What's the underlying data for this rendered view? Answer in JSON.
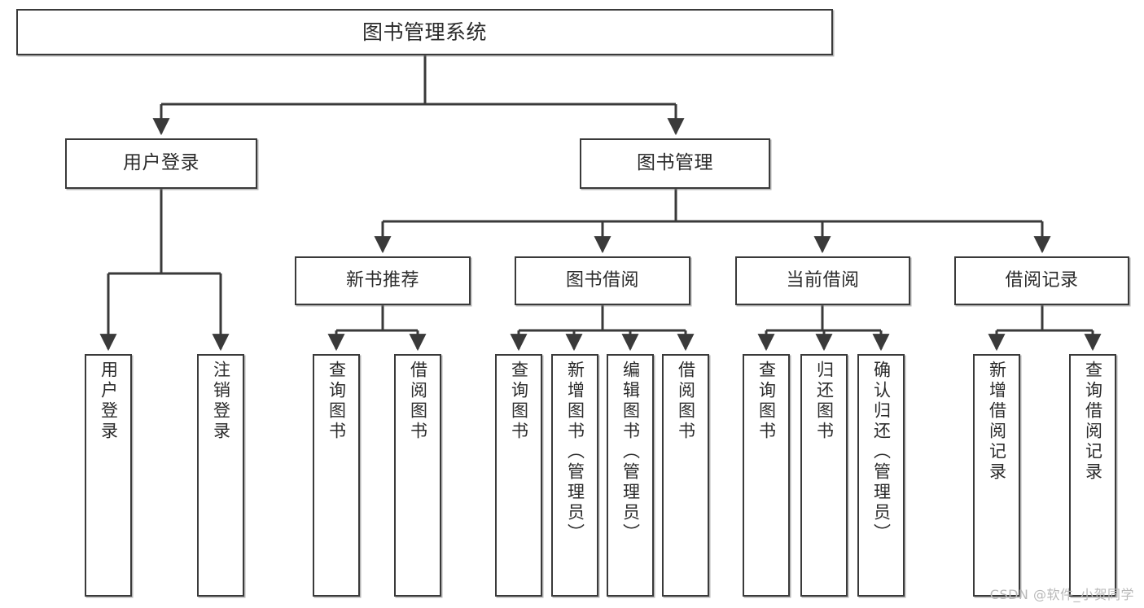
{
  "diagram": {
    "title": "图书管理系统",
    "colors": {
      "stroke": "#3a3a3a",
      "node_fill": "#ffffff",
      "text": "#2b2b2b",
      "background": "#ffffff",
      "watermark": "#b9b9b9"
    },
    "root": {
      "label": "图书管理系统"
    },
    "level1": [
      {
        "label": "用户登录"
      },
      {
        "label": "图书管理"
      }
    ],
    "level2": [
      {
        "label": "新书推荐"
      },
      {
        "label": "图书借阅"
      },
      {
        "label": "当前借阅"
      },
      {
        "label": "借阅记录"
      }
    ],
    "leaves": {
      "user_login": [
        {
          "label": "用户登录"
        },
        {
          "label": "注销登录"
        }
      ],
      "new_book": [
        {
          "label": "查询图书"
        },
        {
          "label": "借阅图书"
        }
      ],
      "book_borrow": [
        {
          "label": "查询图书"
        },
        {
          "label": "新增图书（管理员）"
        },
        {
          "label": "编辑图书（管理员）"
        },
        {
          "label": "借阅图书"
        }
      ],
      "current_borrow": [
        {
          "label": "查询图书"
        },
        {
          "label": "归还图书"
        },
        {
          "label": "确认归还（管理员）"
        }
      ],
      "borrow_record": [
        {
          "label": "新增借阅记录"
        },
        {
          "label": "查询借阅记录"
        }
      ]
    }
  },
  "watermark": {
    "text": "CSDN @软件_小贺同学"
  }
}
